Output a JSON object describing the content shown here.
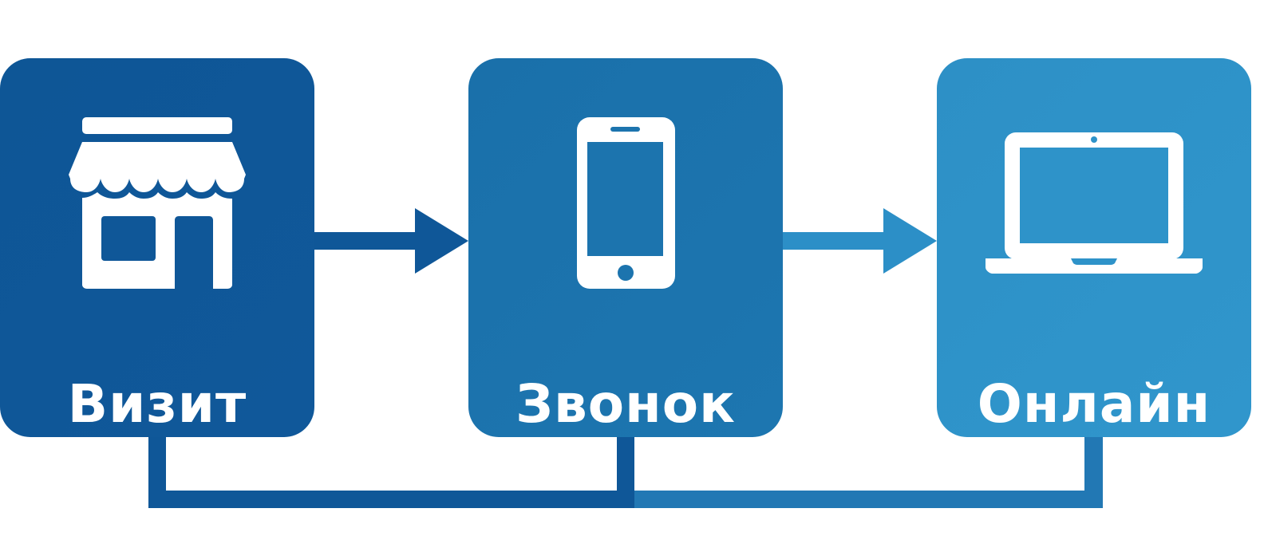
{
  "colors": {
    "visit_card": "#0f5798",
    "call_card": "#1c74ae",
    "online_card": "#2e93c9",
    "arrow_dark": "#0f5798",
    "arrow_light": "#2c8fc7",
    "connector_dark": "#0f5798",
    "connector_light": "#2278b4",
    "icon": "#ffffff"
  },
  "steps": [
    {
      "label": "Визит",
      "icon": "storefront-icon"
    },
    {
      "label": "Звонок",
      "icon": "smartphone-icon"
    },
    {
      "label": "Онлайн",
      "icon": "laptop-icon"
    }
  ]
}
